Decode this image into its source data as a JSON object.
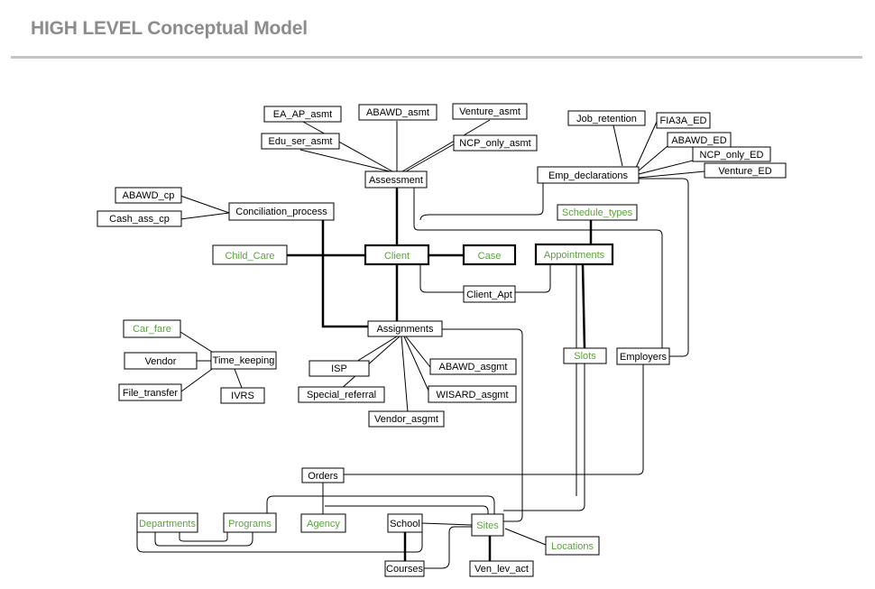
{
  "title": "HIGH LEVEL Conceptual Model",
  "colors": {
    "black": "#000000",
    "green": "#5ba23c",
    "title_gray": "#8c8c8c"
  },
  "entities": {
    "ea_ap_asmt": "EA_AP_asmt",
    "abawd_asmt": "ABAWD_asmt",
    "venture_asmt": "Venture_asmt",
    "edu_ser_asmt": "Edu_ser_asmt",
    "ncp_only_asmt": "NCP_only_asmt",
    "assessment": "Assessment",
    "job_retention": "Job_retention",
    "fia3a_ed": "FIA3A_ED",
    "abawd_ed": "ABAWD_ED",
    "ncp_only_ed": "NCP_only_ED",
    "venture_ed": "Venture_ED",
    "emp_declarations": "Emp_declarations",
    "abawd_cp": "ABAWD_cp",
    "cash_ass_cp": "Cash_ass_cp",
    "conciliation_process": "Conciliation_process",
    "schedule_types": "Schedule_types",
    "child_care": "Child_Care",
    "client": "Client",
    "case": "Case",
    "appointments": "Appointments",
    "client_apt": "Client_Apt",
    "assignments": "Assignments",
    "car_fare": "Car_fare",
    "vendor": "Vendor",
    "time_keeping": "Time_keeping",
    "file_transfer": "File_transfer",
    "ivrs": "IVRS",
    "isp": "ISP",
    "abawd_asgmt": "ABAWD_asgmt",
    "special_referral": "Special_referral",
    "wisard_asgmt": "WISARD_asgmt",
    "vendor_asgmt": "Vendor_asgmt",
    "slots": "Slots",
    "employers": "Employers",
    "orders": "Orders",
    "departments": "Departments",
    "programs": "Programs",
    "agency": "Agency",
    "school": "School",
    "sites": "Sites",
    "locations": "Locations",
    "courses": "Courses",
    "ven_lev_act": "Ven_lev_act"
  }
}
